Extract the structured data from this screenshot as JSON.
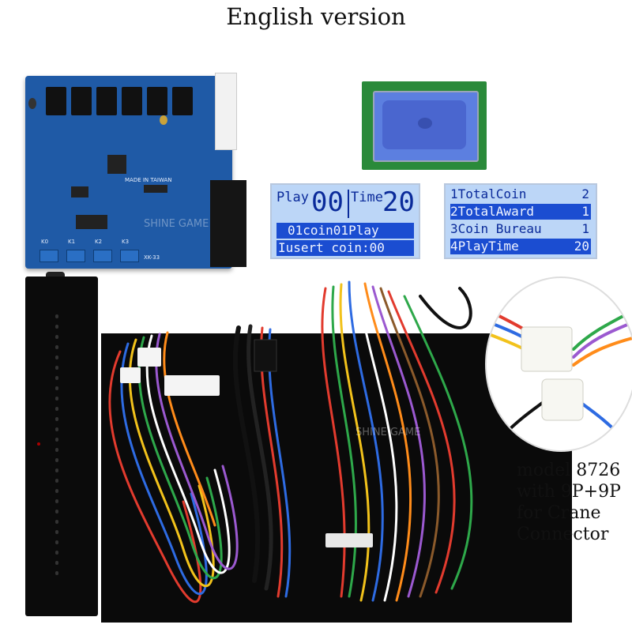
{
  "title": "English version",
  "pcb": {
    "model_label": "XK-33",
    "made_in": "MADE IN TAIWAN",
    "watermark": "SHINE GAME",
    "buttons": [
      "K0",
      "K1",
      "K2",
      "K3"
    ]
  },
  "screen1": {
    "play_label": "Play",
    "play_value": "00",
    "time_label": "Time",
    "time_value": "20",
    "line2": "01coin01Play",
    "line3": "Iusert coin:00"
  },
  "screen2": {
    "rows": [
      {
        "label": "1TotalCoin",
        "value": "2"
      },
      {
        "label": "2TotalAward",
        "value": "1"
      },
      {
        "label": "3Coin Bureau",
        "value": "1"
      },
      {
        "label": "4PlayTime",
        "value": "20"
      }
    ]
  },
  "harness_watermark": "SHINE GAME",
  "caption": [
    "model 8726",
    "with 9P+9P",
    "for Crane",
    "Connector"
  ],
  "colors": {
    "pcb_blue": "#1f5aa6",
    "lcd_bg": "#bcd6f7",
    "lcd_dark": "#1b4dd1",
    "lcd_text": "#0a2a9a"
  }
}
